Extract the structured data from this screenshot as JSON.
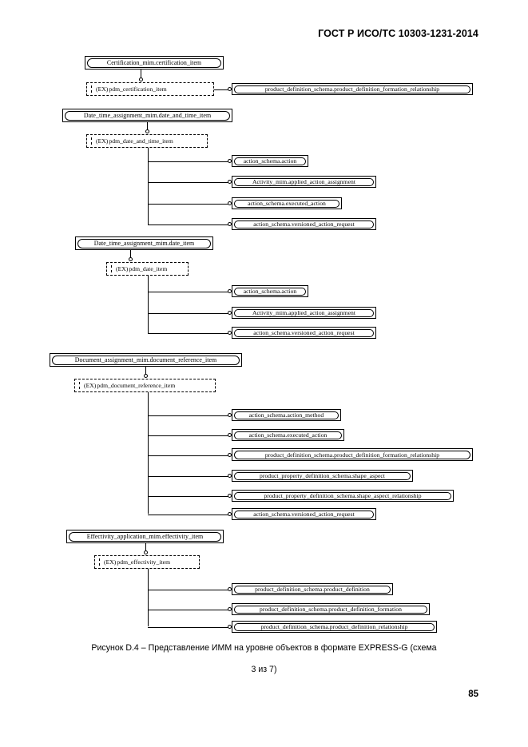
{
  "header": {
    "standard_title": "ГОСТ Р ИСО/ТС 10303-1231-2014"
  },
  "caption": {
    "line1": "Рисунок D.4 –  Представление ИММ на уровне объектов в формате EXPRESS-G (схема",
    "line2": "3 из 7)"
  },
  "page_number": "85",
  "diagram": {
    "type": "EXPRESS-G object-level schema",
    "groups": [
      {
        "id": "certification",
        "root": {
          "label": "Certification_mim.certification_item"
        },
        "page_ref": {
          "prefix": "(EX)",
          "label": "pdm_certification_item"
        },
        "targets": [
          {
            "label": "product_definition_schema.product_definition_formation_relationship"
          }
        ]
      },
      {
        "id": "date_and_time",
        "root": {
          "label": "Date_time_assignment_mim.date_and_time_item"
        },
        "page_ref": {
          "prefix": "(EX)",
          "label": "pdm_date_and_time_item"
        },
        "targets": [
          {
            "label": "action_schema.action"
          },
          {
            "label": "Activity_mim.applied_action_assignment"
          },
          {
            "label": "action_schema.executed_action"
          },
          {
            "label": "action_schema.versioned_action_request"
          }
        ]
      },
      {
        "id": "date",
        "root": {
          "label": "Date_time_assignment_mim.date_item"
        },
        "page_ref": {
          "prefix": "(EX)",
          "label": "pdm_date_item"
        },
        "targets": [
          {
            "label": "action_schema.action"
          },
          {
            "label": "Activity_mim.applied_action_assignment"
          },
          {
            "label": "action_schema.versioned_action_request"
          }
        ]
      },
      {
        "id": "document_reference",
        "root": {
          "label": "Document_assignment_mim.document_reference_item"
        },
        "page_ref": {
          "prefix": "(EX)",
          "label": "pdm_document_reference_item"
        },
        "targets": [
          {
            "label": "action_schema.action_method"
          },
          {
            "label": "action_schema.executed_action"
          },
          {
            "label": "product_definition_schema.product_definition_formation_relationship"
          },
          {
            "label": "product_property_definition_schema.shape_aspect"
          },
          {
            "label": "product_property_definition_schema.shape_aspect_relationship"
          },
          {
            "label": "action_schema.versioned_action_request"
          }
        ]
      },
      {
        "id": "effectivity",
        "root": {
          "label": "Effectivity_application_mim.effectivity_item"
        },
        "page_ref": {
          "prefix": "(EX)",
          "label": "pdm_effectivity_item"
        },
        "targets": [
          {
            "label": "product_definition_schema.product_definition"
          },
          {
            "label": "product_definition_schema.product_definition_formation"
          },
          {
            "label": "product_definition_schema.product_definition_relationship"
          }
        ]
      }
    ]
  }
}
